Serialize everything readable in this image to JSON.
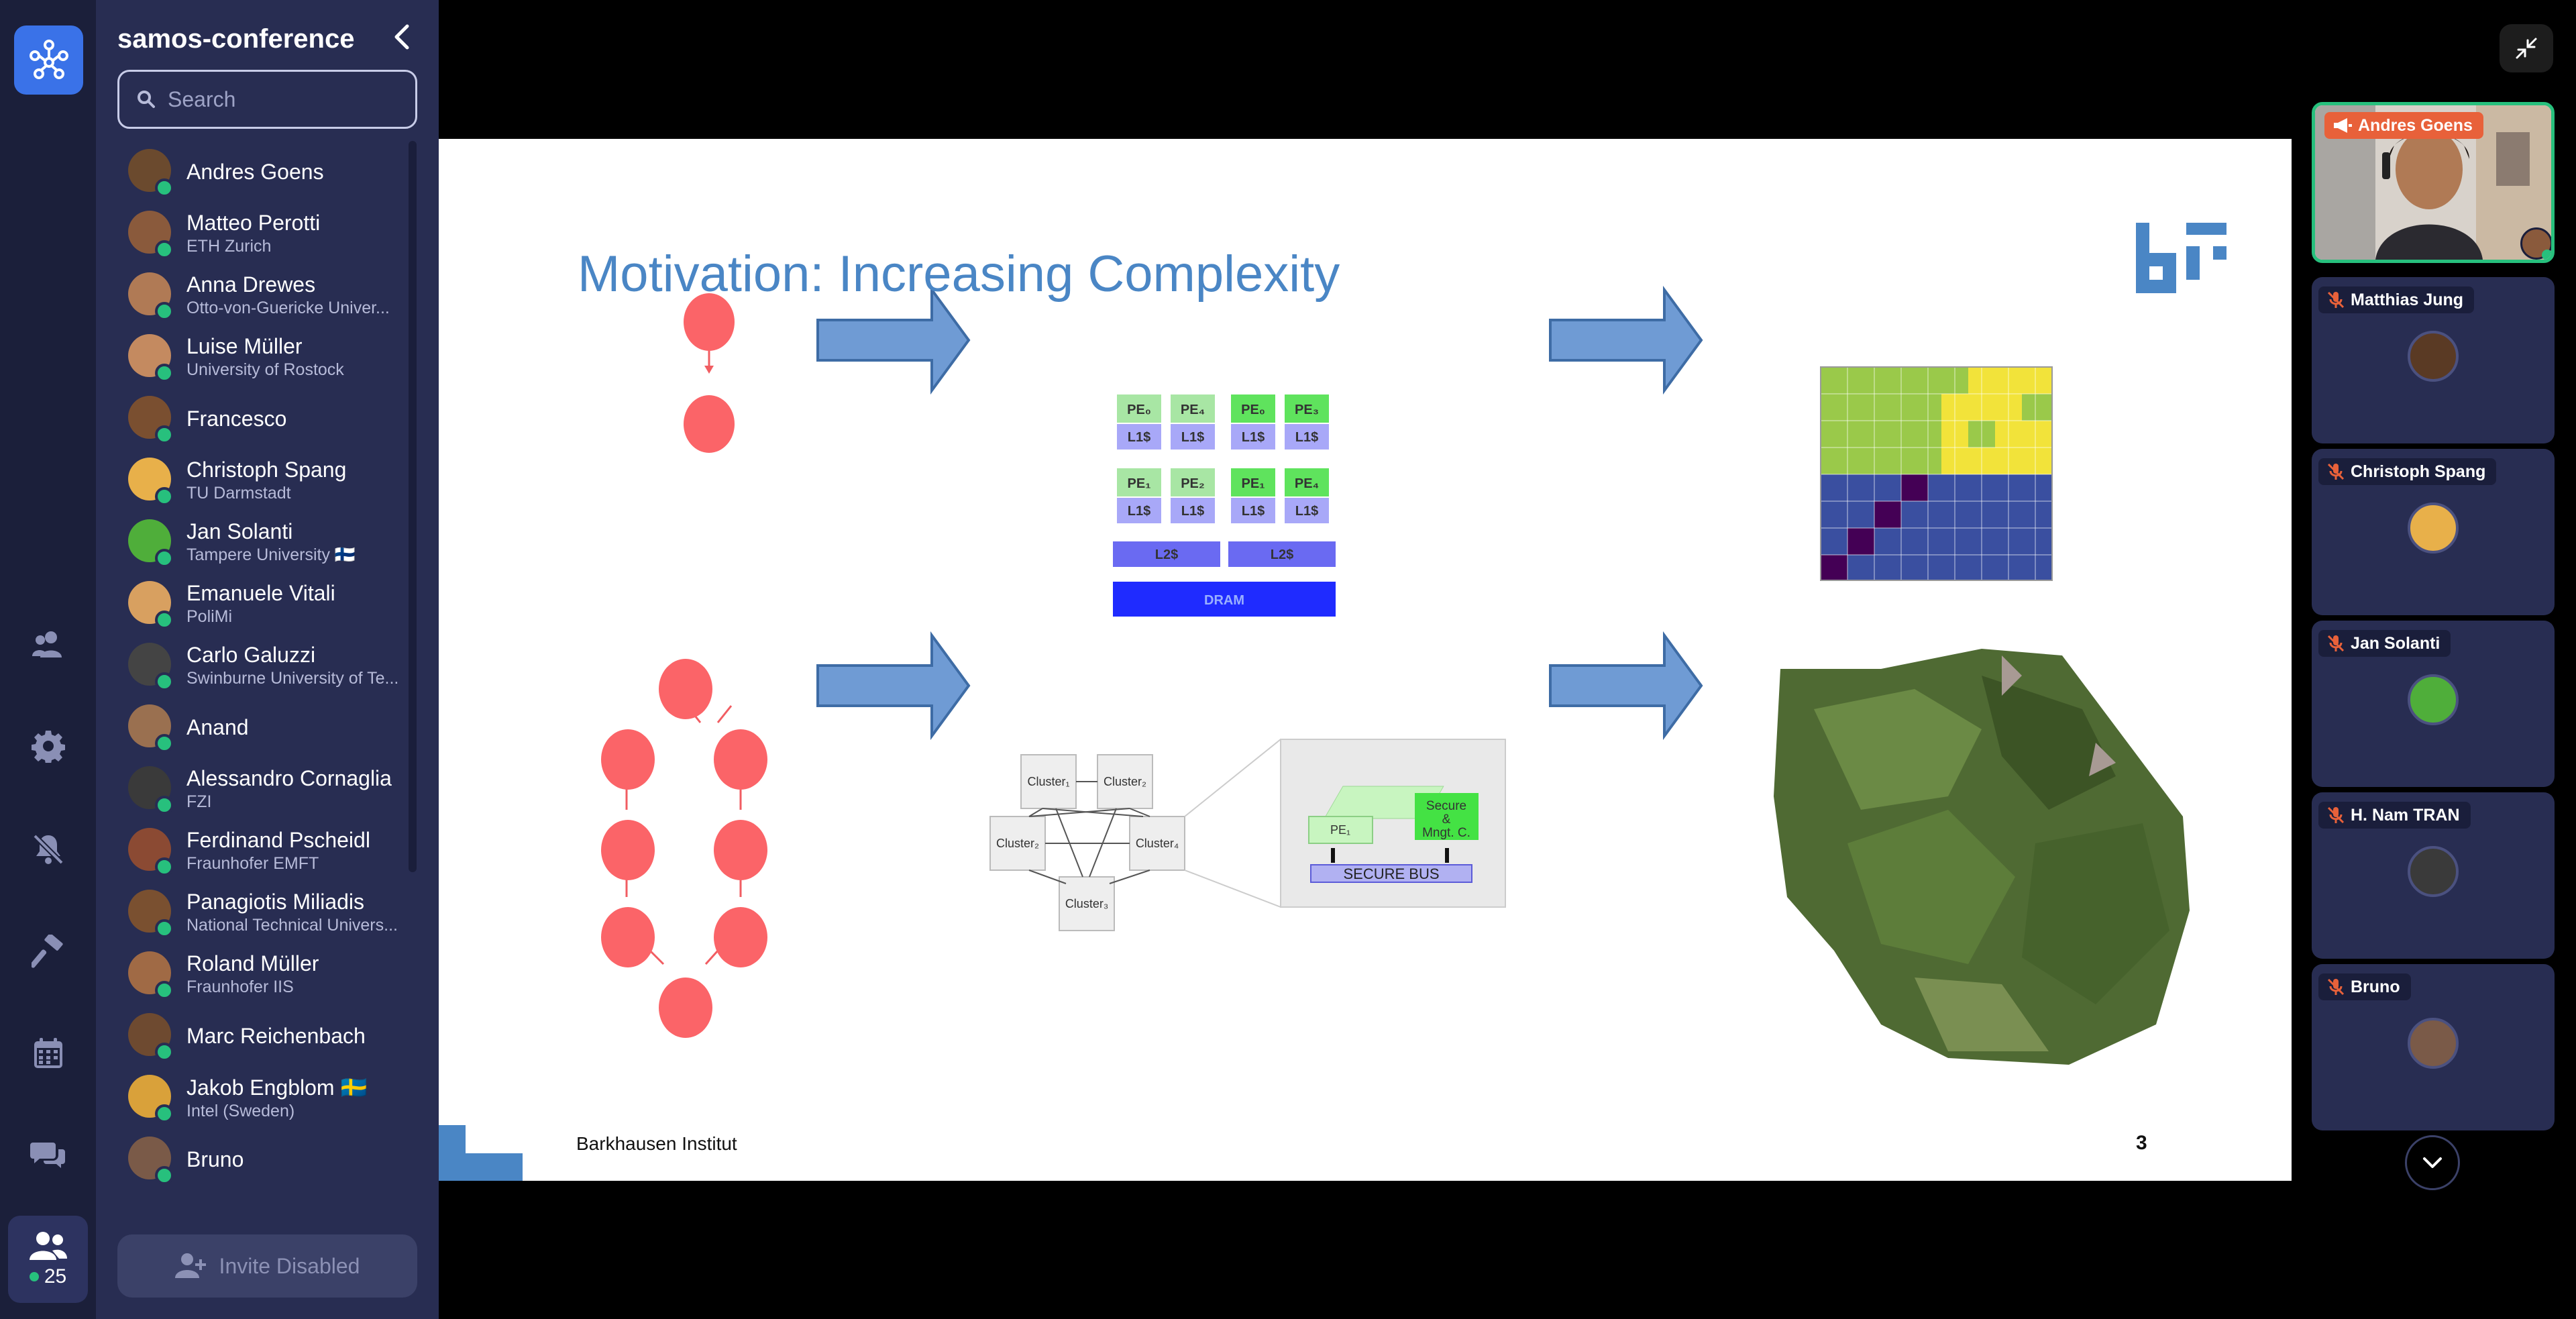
{
  "app": {
    "room_name": "samos-conference",
    "search_placeholder": "Search",
    "invite_label": "Invite Disabled",
    "online_count": "25"
  },
  "users": [
    {
      "name": "Andres Goens",
      "org": ""
    },
    {
      "name": "Matteo Perotti",
      "org": "ETH Zurich"
    },
    {
      "name": "Anna Drewes",
      "org": "Otto-von-Guericke Univer..."
    },
    {
      "name": "Luise Müller",
      "org": "University of Rostock"
    },
    {
      "name": "Francesco",
      "org": ""
    },
    {
      "name": "Christoph Spang",
      "org": "TU Darmstadt"
    },
    {
      "name": "Jan Solanti",
      "org": "Tampere University 🇫🇮"
    },
    {
      "name": "Emanuele Vitali",
      "org": "PoliMi"
    },
    {
      "name": "Carlo Galuzzi",
      "org": "Swinburne University of Te..."
    },
    {
      "name": "Anand",
      "org": ""
    },
    {
      "name": "Alessandro Cornaglia",
      "org": "FZI"
    },
    {
      "name": "Ferdinand Pscheidl",
      "org": "Fraunhofer EMFT"
    },
    {
      "name": "Panagiotis Miliadis",
      "org": "National Technical Univers..."
    },
    {
      "name": "Roland Müller",
      "org": "Fraunhofer IIS"
    },
    {
      "name": "Marc Reichenbach",
      "org": ""
    },
    {
      "name": "Jakob Engblom 🇸🇪",
      "org": "Intel (Sweden)"
    },
    {
      "name": "Bruno",
      "org": ""
    }
  ],
  "slide": {
    "title": "Motivation:  Increasing Complexity",
    "footer": "Barkhausen Institut",
    "page_number": "3",
    "labels": {
      "pe0": "PE₀",
      "pe1": "PE₁",
      "pe2": "PE₂",
      "pe3": "PE₃",
      "pe4": "PE₄",
      "l1": "L1$",
      "l2": "L2$",
      "dram": "DRAM",
      "cluster1": "Cluster₁",
      "cluster2": "Cluster₂",
      "cluster3": "Cluster₃",
      "cluster4": "Cluster₄",
      "secure1": "Secure",
      "secure2": "&",
      "secure3": "Mngt. C.",
      "secure_bus": "SECURE BUS"
    }
  },
  "participants": {
    "active_speaker": "Andres Goens",
    "tiles": [
      "Matthias Jung",
      "Christoph Spang",
      "Jan Solanti",
      "H. Nam TRAN",
      "Bruno"
    ]
  },
  "colors": {
    "rail_bg": "#1b1f3a",
    "sidebar_bg": "#282d52",
    "accent": "#3a72e8",
    "online": "#27c07d",
    "speaker_tag": "#e8613a",
    "slide_title": "#4a86c5"
  }
}
